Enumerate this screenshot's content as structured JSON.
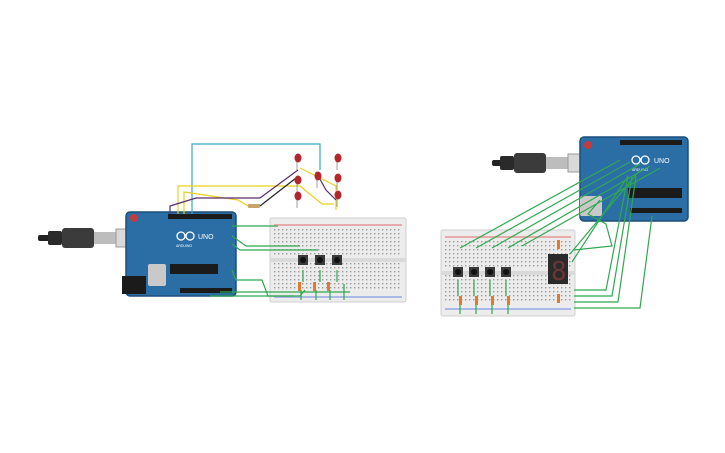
{
  "canvas": {
    "background": "#ffffff"
  },
  "colors": {
    "board": "#2b6ea5",
    "board_dark": "#1d4f7a",
    "breadboard": "#ececec",
    "wire_green": "#2fa84f",
    "wire_yellow": "#e8d21e",
    "wire_purple": "#5b2c6f",
    "wire_teal": "#3aa7c4",
    "wire_black": "#222222",
    "led_red": "#b3262c",
    "resistor": "#e07a2e"
  },
  "left_circuit": {
    "arduino": {
      "brand": "UNO",
      "sub_label": "ARDUINO"
    }
  },
  "right_circuit": {
    "arduino": {
      "brand": "UNO",
      "sub_label": "ARDUINO"
    },
    "seven_segment": {
      "digit": "8"
    }
  }
}
